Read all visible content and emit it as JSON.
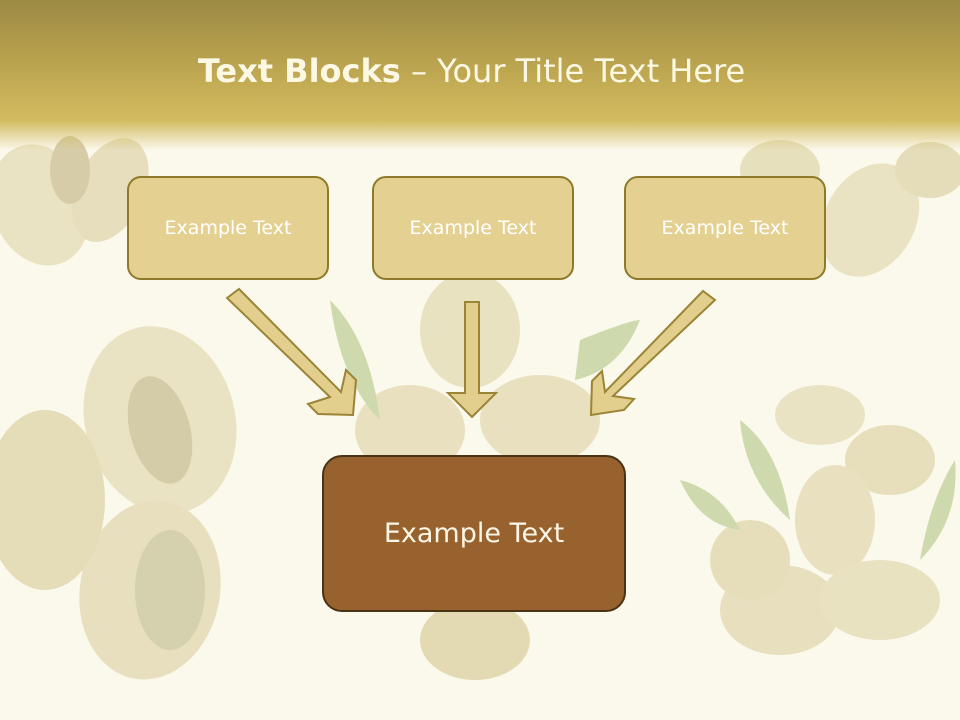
{
  "slide": {
    "title_bold": "Text Blocks",
    "title_rest": " – Your Title Text Here"
  },
  "blocks": [
    {
      "label": "Example Text"
    },
    {
      "label": "Example Text"
    },
    {
      "label": "Example Text"
    }
  ],
  "result_block": {
    "label": "Example Text"
  },
  "colors": {
    "header": "#b9a24e",
    "block_fill": "#e4d192",
    "block_border": "#8f7a2c",
    "result_fill": "#98622f",
    "arrow_fill": "#e2cf8e"
  }
}
